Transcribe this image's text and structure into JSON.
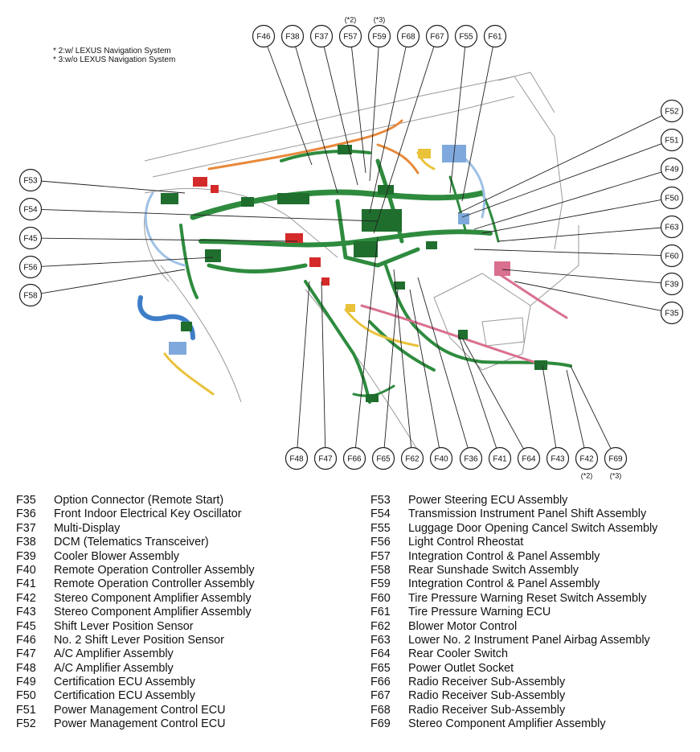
{
  "notes": [
    "* 2:w/ LEXUS Navigation System",
    "* 3:w/o LEXUS Navigation System"
  ],
  "colors": {
    "harness_green": "#2e8b3e",
    "connector_green": "#1f6e2e",
    "connector_red": "#d42a2a",
    "harness_orange": "#e8893a",
    "harness_blue": "#3e7ec8",
    "harness_yellow": "#e9c23a",
    "harness_pink": "#d9708f",
    "body_outline": "#9a9a9a"
  },
  "callouts": [
    {
      "label": "F46"
    },
    {
      "label": "F38"
    },
    {
      "label": "F37"
    },
    {
      "label": "F57",
      "note": "(*2)"
    },
    {
      "label": "F59",
      "note": "(*3)"
    },
    {
      "label": "F68"
    },
    {
      "label": "F67"
    },
    {
      "label": "F55"
    },
    {
      "label": "F61"
    },
    {
      "label": "F52"
    },
    {
      "label": "F51"
    },
    {
      "label": "F49"
    },
    {
      "label": "F50"
    },
    {
      "label": "F63"
    },
    {
      "label": "F60"
    },
    {
      "label": "F39"
    },
    {
      "label": "F35"
    },
    {
      "label": "F53"
    },
    {
      "label": "F54"
    },
    {
      "label": "F45"
    },
    {
      "label": "F56"
    },
    {
      "label": "F58"
    },
    {
      "label": "F48"
    },
    {
      "label": "F47"
    },
    {
      "label": "F66"
    },
    {
      "label": "F65"
    },
    {
      "label": "F62"
    },
    {
      "label": "F40"
    },
    {
      "label": "F36"
    },
    {
      "label": "F41"
    },
    {
      "label": "F64"
    },
    {
      "label": "F43"
    },
    {
      "label": "F42",
      "note": "(*2)"
    },
    {
      "label": "F69",
      "note": "(*3)"
    }
  ],
  "legend_left": [
    {
      "code": "F35",
      "name": "Option Connector (Remote Start)"
    },
    {
      "code": "F36",
      "name": "Front Indoor Electrical Key Oscillator"
    },
    {
      "code": "F37",
      "name": "Multi-Display"
    },
    {
      "code": "F38",
      "name": "DCM (Telematics Transceiver)"
    },
    {
      "code": "F39",
      "name": "Cooler Blower Assembly"
    },
    {
      "code": "F40",
      "name": "Remote Operation Controller Assembly"
    },
    {
      "code": "F41",
      "name": "Remote Operation Controller Assembly"
    },
    {
      "code": "F42",
      "name": "Stereo Component Amplifier Assembly"
    },
    {
      "code": "F43",
      "name": "Stereo Component Amplifier Assembly"
    },
    {
      "code": "F45",
      "name": "Shift Lever Position Sensor"
    },
    {
      "code": "F46",
      "name": "No. 2 Shift Lever Position Sensor"
    },
    {
      "code": "F47",
      "name": "A/C Amplifier Assembly"
    },
    {
      "code": "F48",
      "name": "A/C Amplifier Assembly"
    },
    {
      "code": "F49",
      "name": "Certification ECU Assembly"
    },
    {
      "code": "F50",
      "name": "Certification ECU Assembly"
    },
    {
      "code": "F51",
      "name": "Power Management Control ECU"
    },
    {
      "code": "F52",
      "name": "Power Management Control ECU"
    }
  ],
  "legend_right": [
    {
      "code": "F53",
      "name": "Power Steering ECU Assembly"
    },
    {
      "code": "F54",
      "name": "Transmission Instrument Panel Shift Assembly"
    },
    {
      "code": "F55",
      "name": "Luggage Door Opening Cancel Switch Assembly"
    },
    {
      "code": "F56",
      "name": "Light Control Rheostat"
    },
    {
      "code": "F57",
      "name": "Integration Control & Panel Assembly"
    },
    {
      "code": "F58",
      "name": "Rear Sunshade Switch Assembly"
    },
    {
      "code": "F59",
      "name": "Integration Control & Panel Assembly"
    },
    {
      "code": "F60",
      "name": "Tire Pressure Warning Reset Switch Assembly"
    },
    {
      "code": "F61",
      "name": "Tire Pressure Warning ECU"
    },
    {
      "code": "F62",
      "name": "Blower Motor Control"
    },
    {
      "code": "F63",
      "name": "Lower No. 2 Instrument Panel Airbag Assembly"
    },
    {
      "code": "F64",
      "name": "Rear Cooler Switch"
    },
    {
      "code": "F65",
      "name": "Power Outlet Socket"
    },
    {
      "code": "F66",
      "name": "Radio Receiver Sub-Assembly"
    },
    {
      "code": "F67",
      "name": "Radio Receiver Sub-Assembly"
    },
    {
      "code": "F68",
      "name": "Radio Receiver Sub-Assembly"
    },
    {
      "code": "F69",
      "name": "Stereo Component Amplifier Assembly"
    }
  ]
}
